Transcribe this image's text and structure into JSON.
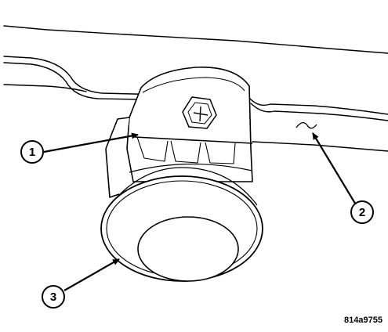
{
  "callouts": [
    {
      "id": "1"
    },
    {
      "id": "2"
    },
    {
      "id": "3"
    }
  ],
  "figure_id": "814a9755",
  "colors": {
    "line": "#000000",
    "background": "#ffffff"
  }
}
